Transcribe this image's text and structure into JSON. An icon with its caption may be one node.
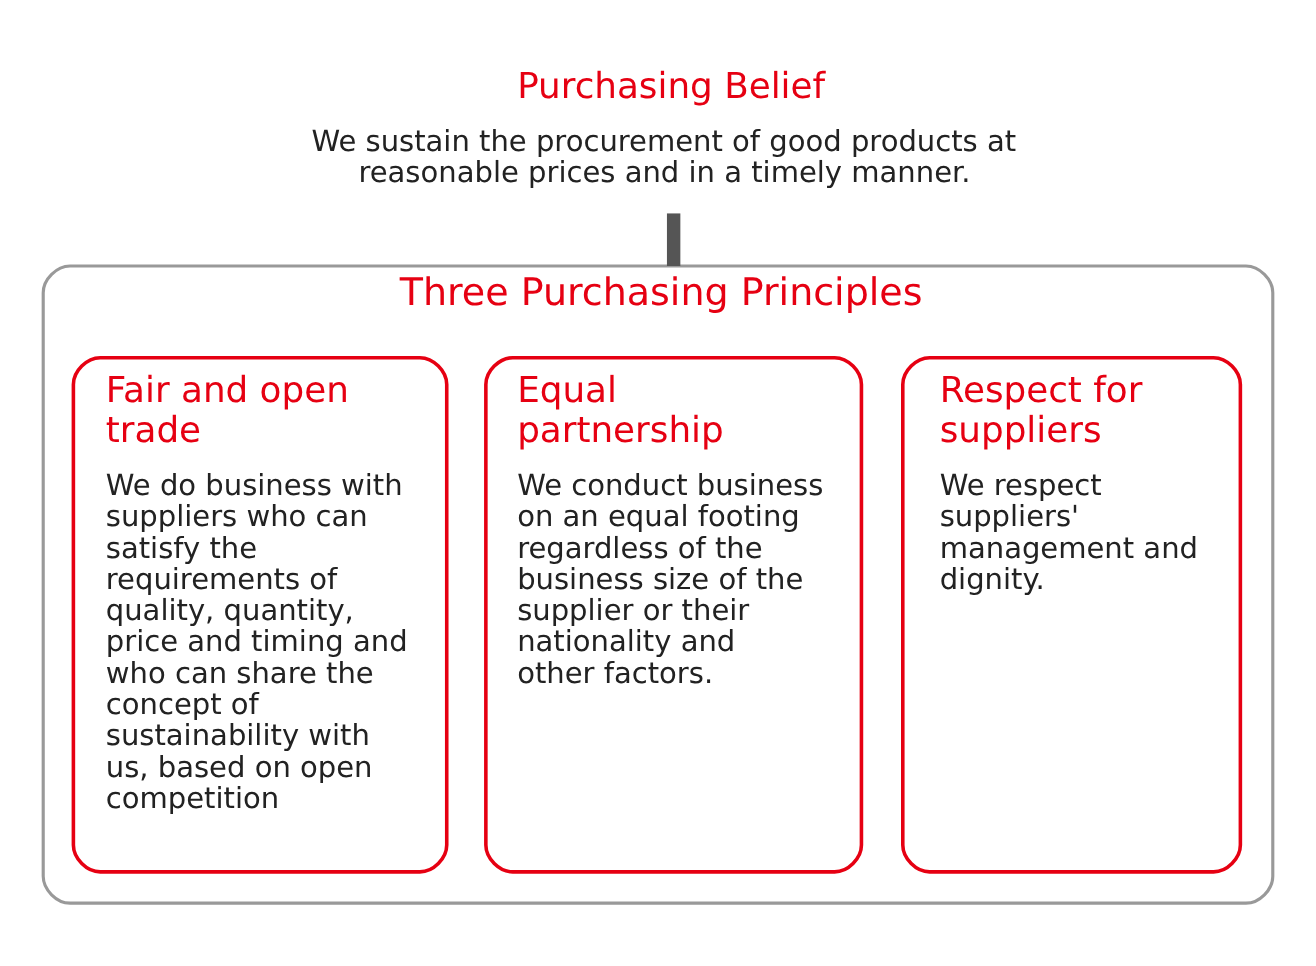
{
  "diagram": {
    "nodes": [
      {
        "text": [
          "Purchasing Belief",
          "We sustain the procurement of good products at reasonable prices and in a timely manner."
        ]
      },
      {
        "text": [
          "Three Purchasing Principles"
        ]
      },
      {
        "text": [
          "Fair and open trade",
          "We do business with suppliers who can satisfy the requirements of quality, quantity, price and timing and who can share the concept of sustainability with us, based on open competition"
        ],
        "in": 1
      },
      {
        "text": [
          "Equal partnership",
          "We conduct business on an equal footing regardless of the business size of the supplier or their nationality and other factors."
        ],
        "in": 1
      },
      {
        "text": [
          "Respect for suppliers",
          "We respect suppliers' management and dignity."
        ],
        "in": 1
      }
    ],
    "edges": [
      {
        "from": 0,
        "to": 1,
        "arrow": "none"
      }
    ]
  }
}
